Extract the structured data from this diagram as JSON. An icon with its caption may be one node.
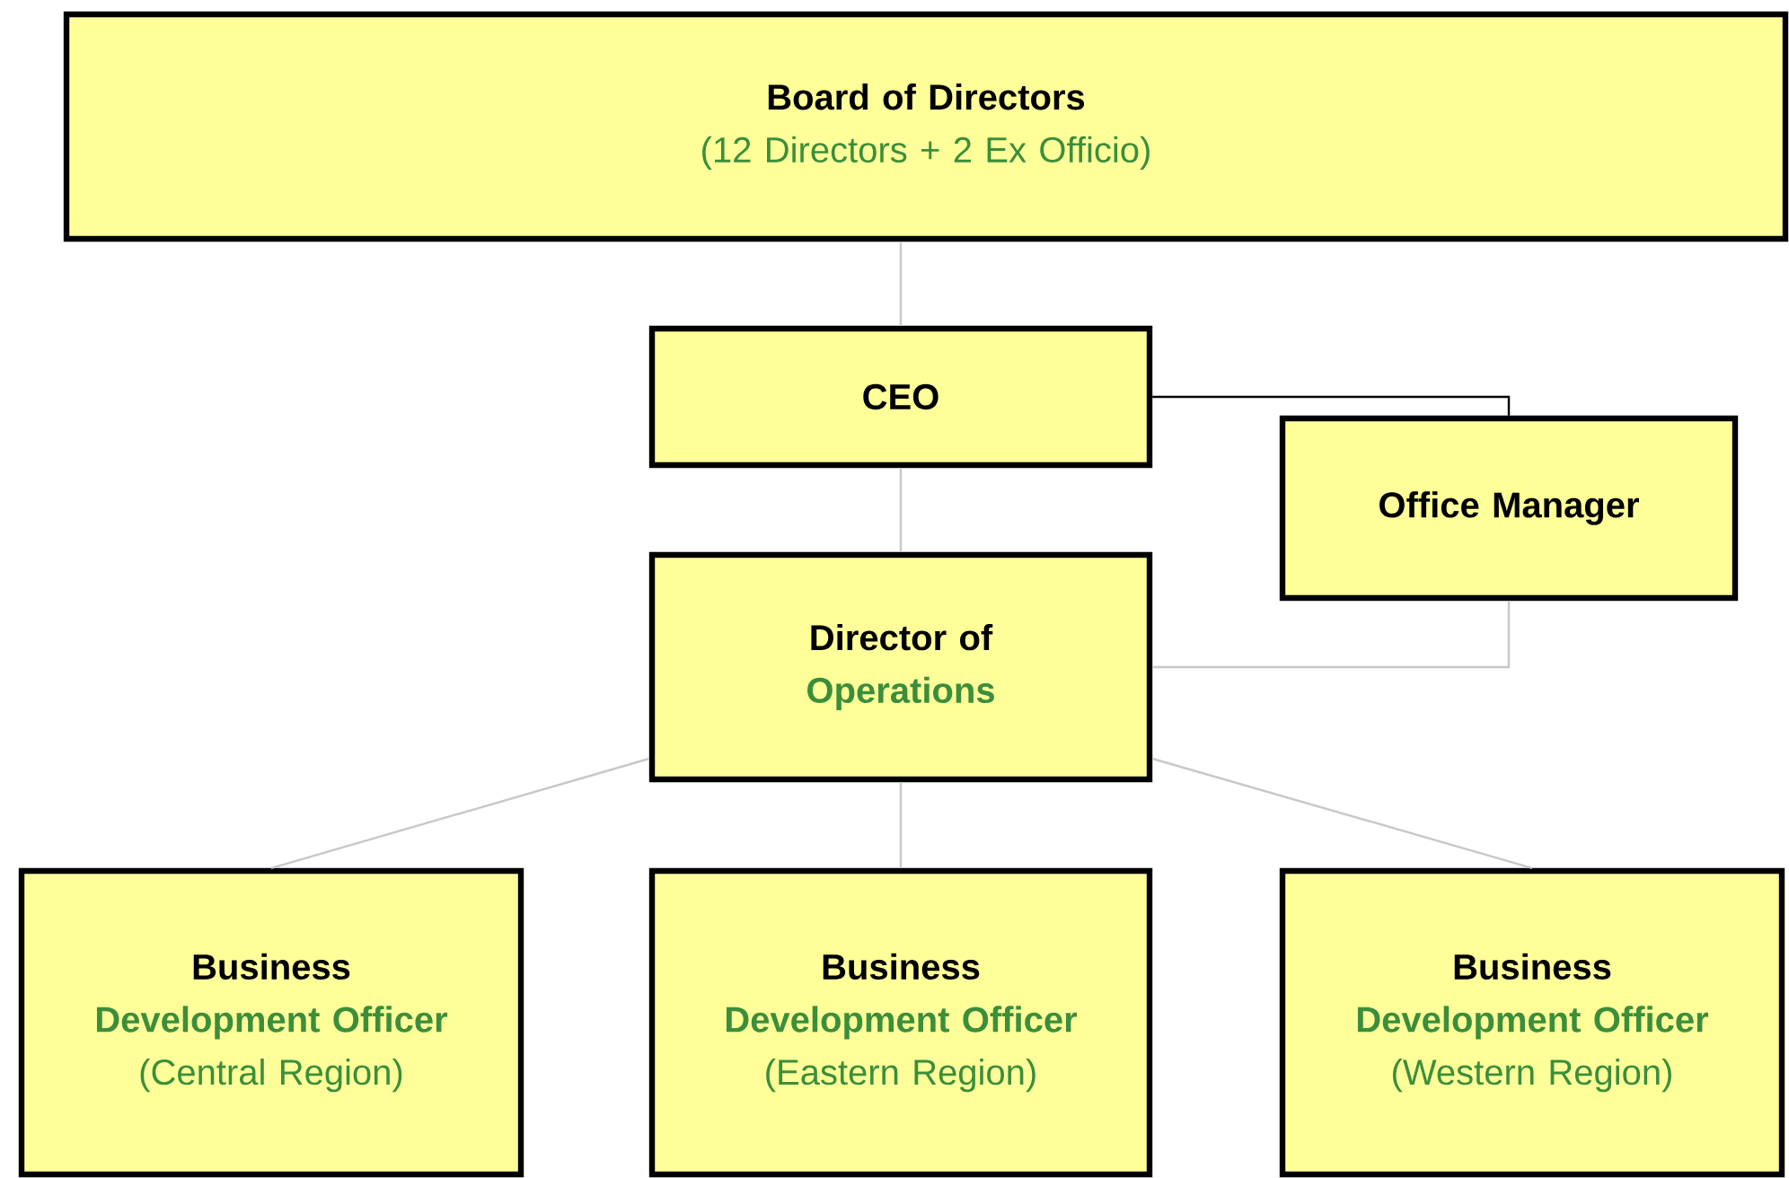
{
  "diagram": {
    "nodes": [
      {
        "text": [
          "Board of Directors",
          "(12 Directors + 2 Ex Officio)"
        ]
      },
      {
        "text": [
          "CEO"
        ]
      },
      {
        "text": [
          "Office Manager"
        ]
      },
      {
        "text": [
          "Director of",
          "Operations"
        ]
      },
      {
        "text": [
          "Business",
          "Development Officer",
          "(Central Region)"
        ]
      },
      {
        "text": [
          "Business",
          "Development Officer",
          "(Eastern Region)"
        ]
      },
      {
        "text": [
          "Business",
          "Development Officer",
          "(Western Region)"
        ]
      }
    ],
    "edges": [
      {
        "from": 0,
        "to": 1,
        "arrow": "none"
      },
      {
        "from": 1,
        "to": 2,
        "arrow": "none",
        "color": "#000000"
      },
      {
        "from": 2,
        "to": 3,
        "arrow": "none"
      },
      {
        "from": 1,
        "to": 3,
        "arrow": "none"
      },
      {
        "from": 3,
        "to": 4,
        "arrow": "none"
      },
      {
        "from": 3,
        "to": 5,
        "arrow": "none"
      },
      {
        "from": 3,
        "to": 6,
        "arrow": "none"
      }
    ]
  }
}
